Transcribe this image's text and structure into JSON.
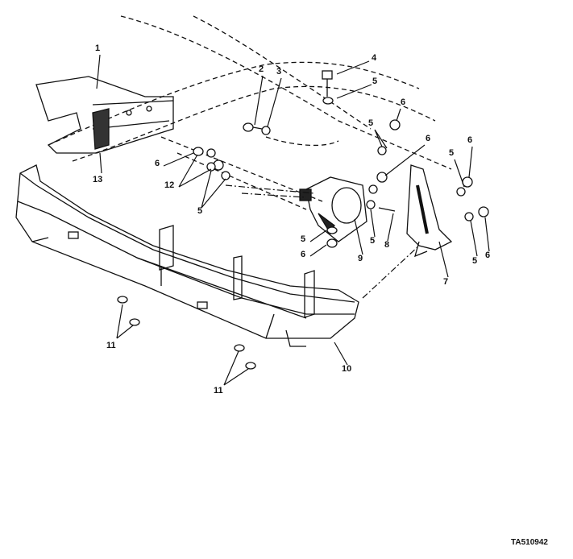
{
  "figure_id": "TA510942",
  "callouts": [
    "1",
    "2",
    "3",
    "4",
    "5",
    "6",
    "5",
    "6",
    "6",
    "12",
    "5",
    "13",
    "5",
    "6",
    "5",
    "6",
    "5",
    "8",
    "9",
    "7",
    "5",
    "6",
    "10",
    "11",
    "11"
  ]
}
